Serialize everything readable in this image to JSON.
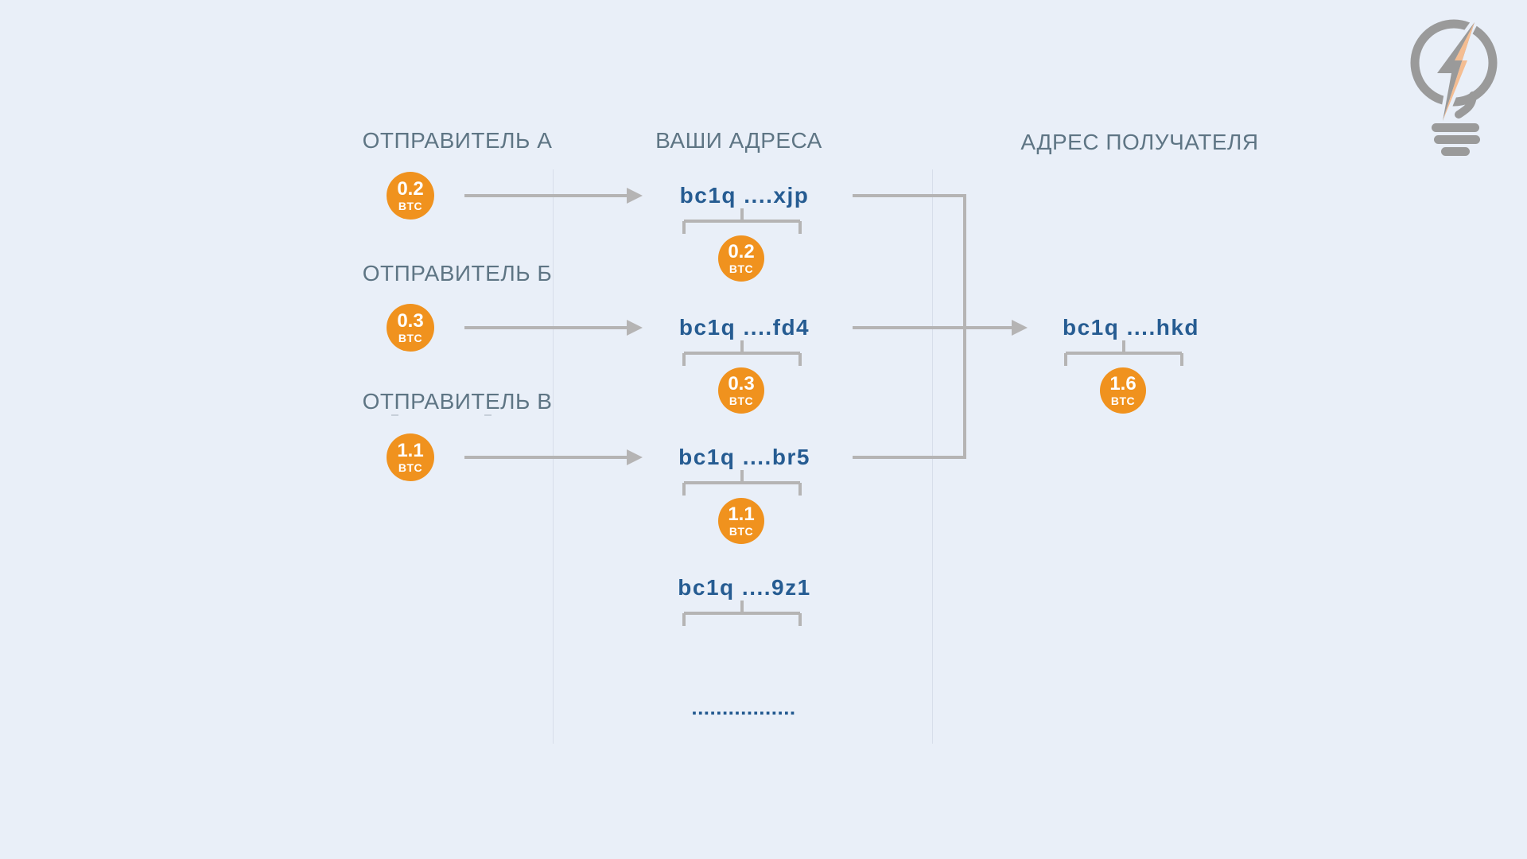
{
  "diagram": {
    "senders": [
      {
        "header": "ОТПРАВИТЕЛЬ А",
        "amount": "0.2",
        "unit": "BTC"
      },
      {
        "header": "ОТПРАВИТЕЛЬ Б",
        "amount": "0.3",
        "unit": "BTC"
      },
      {
        "header": "ОТПРАВИТЕЛЬ В",
        "amount": "1.1",
        "unit": "BTC"
      }
    ],
    "your_addresses": {
      "header": "ВАШИ АДРЕСА",
      "items": [
        {
          "address": "bc1q ....xjp",
          "amount": "0.2",
          "unit": "BTC"
        },
        {
          "address": "bc1q ....fd4",
          "amount": "0.3",
          "unit": "BTC"
        },
        {
          "address": "bc1q ....br5",
          "amount": "1.1",
          "unit": "BTC"
        },
        {
          "address": "bc1q ....9z1"
        }
      ],
      "more_indicator": "................."
    },
    "recipient": {
      "header": "АДРЕС ПОЛУЧАТЕЛЯ",
      "address": "bc1q ....hkd",
      "amount": "1.6",
      "unit": "BTC"
    },
    "colors": {
      "background": "#e9eff8",
      "header_text": "#5e7584",
      "address_text": "#265c92",
      "connector_grey": "#b5b4b4",
      "amount_orange": "#f0921e",
      "icon_grey": "#9a9a9a",
      "icon_peach": "#f4bd92"
    },
    "icon": "lightning-lightbulb-logo"
  }
}
